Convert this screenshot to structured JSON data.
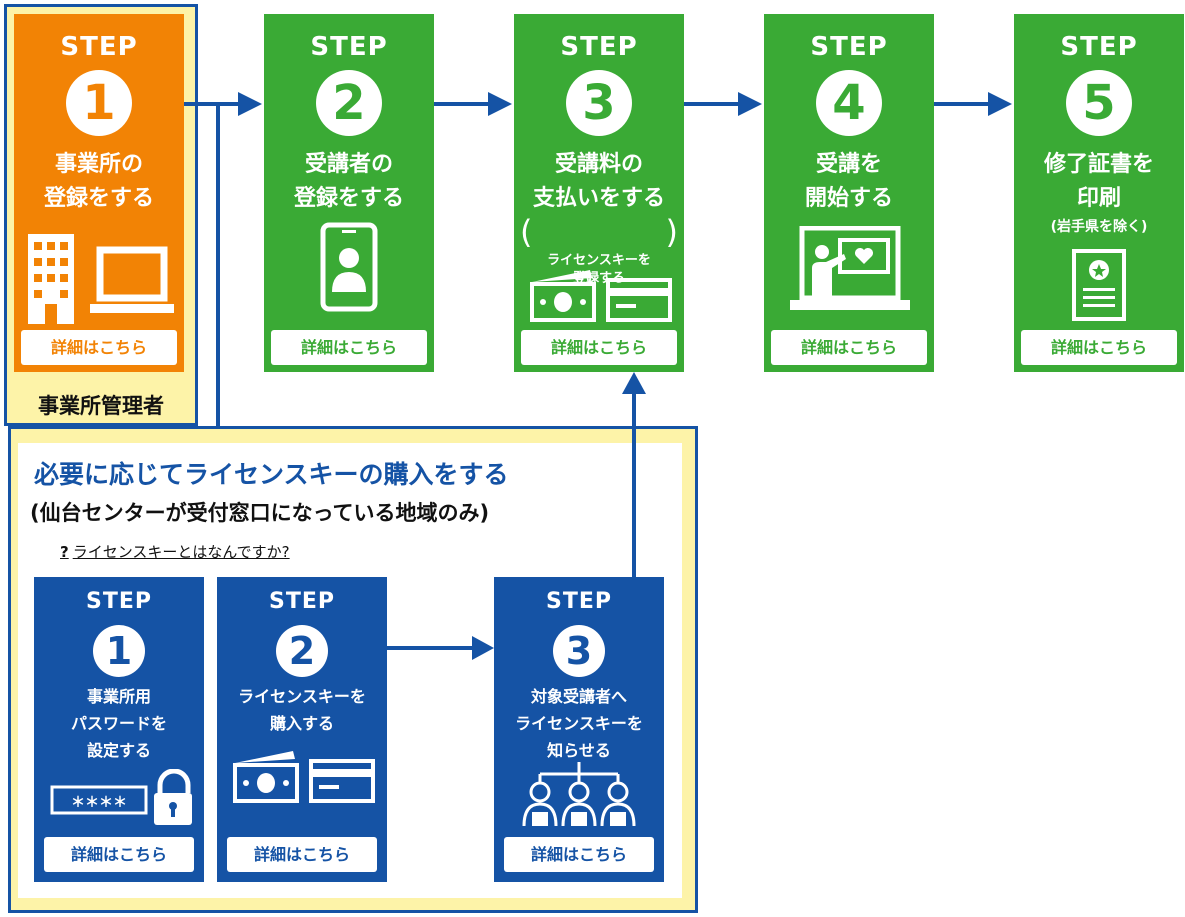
{
  "colors": {
    "orange": "#f28305",
    "green": "#3aaa35",
    "blue": "#1553a5",
    "panel_yellow": "#fdf3a8"
  },
  "admin_label": "事業所管理者",
  "main_steps": [
    {
      "step": "STEP",
      "number": "1",
      "title": "事業所の\n登録をする",
      "note": "",
      "icon": "building-and-laptop-icon",
      "button": "詳細はこちら",
      "color": "orange"
    },
    {
      "step": "STEP",
      "number": "2",
      "title": "受講者の\n登録をする",
      "note": "",
      "icon": "smartphone-user-icon",
      "button": "詳細はこちら",
      "color": "green"
    },
    {
      "step": "STEP",
      "number": "3",
      "title": "受講料の\n支払いをする",
      "note": "ライセンスキーを\n登録する",
      "icon": "money-and-card-icon",
      "button": "詳細はこちら",
      "color": "green"
    },
    {
      "step": "STEP",
      "number": "4",
      "title": "受講を\n開始する",
      "note": "",
      "icon": "online-lecture-icon",
      "button": "詳細はこちら",
      "color": "green"
    },
    {
      "step": "STEP",
      "number": "5",
      "title": "修了証書を\n印刷",
      "note": "(岩手県を除く)",
      "icon": "certificate-icon",
      "button": "詳細はこちら",
      "color": "green"
    }
  ],
  "optional": {
    "heading": "必要に応じてライセンスキーの購入をする",
    "subheading": "(仙台センターが受付窓口になっている地域のみ)",
    "faq_mark": "?",
    "faq_link": "ライセンスキーとはなんですか?",
    "steps": [
      {
        "step": "STEP",
        "number": "1",
        "title": "事業所用\nパスワードを\n設定する",
        "icon": "password-lock-icon",
        "password_mask": "＊＊＊＊",
        "button": "詳細はこちら"
      },
      {
        "step": "STEP",
        "number": "2",
        "title": "ライセンスキーを\n購入する",
        "icon": "money-and-card-icon",
        "button": "詳細はこちら"
      },
      {
        "step": "STEP",
        "number": "3",
        "title": "対象受講者へ\nライセンスキーを\n知らせる",
        "icon": "three-users-tree-icon",
        "button": "詳細はこちら"
      }
    ]
  }
}
